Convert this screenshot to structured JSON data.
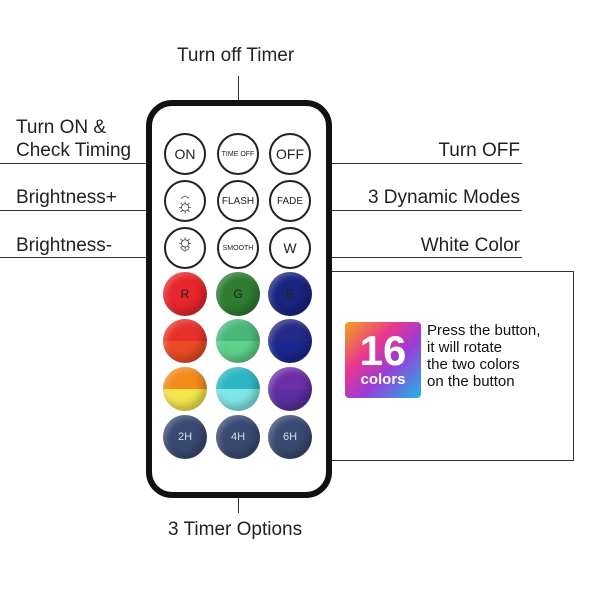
{
  "labels": {
    "turn_off_timer": "Turn off Timer",
    "turn_on_line1": "Turn ON &",
    "turn_on_line2": "Check Timing",
    "turn_off": "Turn OFF",
    "brightness_plus": "Brightness+",
    "dynamic_modes": "3 Dynamic Modes",
    "brightness_minus": "Brightness-",
    "white_color": "White Color",
    "timer_options": "3 Timer Options"
  },
  "buttons": {
    "on": "ON",
    "time_off": "TIME OFF",
    "off": "OFF",
    "bright_up": "☼",
    "flash": "FLASH",
    "fade": "FADE",
    "bright_down": "☼",
    "smooth": "SMOOTH",
    "white": "W"
  },
  "color_buttons": [
    {
      "label": "R",
      "top": "#e8262b",
      "bottom": "#e8262b"
    },
    {
      "label": "G",
      "top": "#2e7d32",
      "bottom": "#2e7d32"
    },
    {
      "label": "B",
      "top": "#1a2580",
      "bottom": "#1a2580"
    },
    {
      "label": "",
      "top": "#e8302a",
      "bottom": "#ec4a25"
    },
    {
      "label": "",
      "top": "#49b77a",
      "bottom": "#5fd18a"
    },
    {
      "label": "",
      "top": "#242a86",
      "bottom": "#1c2690"
    },
    {
      "label": "",
      "top": "#f28a1c",
      "bottom": "#f4e64a"
    },
    {
      "label": "",
      "top": "#2bb6c4",
      "bottom": "#7ee6e6"
    },
    {
      "label": "",
      "top": "#6b2fa6",
      "bottom": "#5a2fa0"
    },
    {
      "label": "2H",
      "top": "#394a72",
      "bottom": "#394a72"
    },
    {
      "label": "4H",
      "top": "#394a72",
      "bottom": "#394a72"
    },
    {
      "label": "6H",
      "top": "#394a72",
      "bottom": "#394a72"
    }
  ],
  "colors_badge": {
    "number": "16",
    "word": "colors"
  },
  "note": {
    "line1": "Press the button,",
    "line2": "it will rotate",
    "line3": "the two colors",
    "line4": "on the button"
  }
}
